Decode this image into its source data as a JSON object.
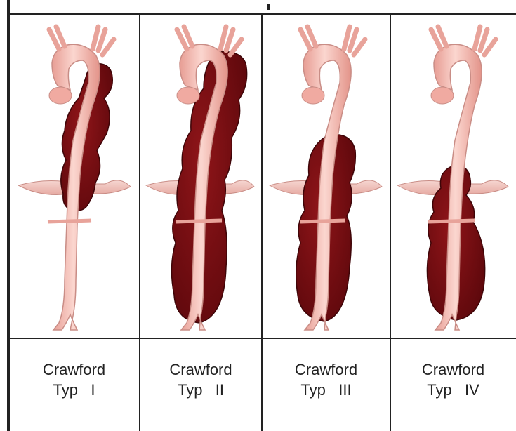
{
  "figure": {
    "colors": {
      "aorta": "#f4b7ae",
      "aorta_outline": "#c98d86",
      "aneurysm": "#7a0e12",
      "aneurysm_outline": "#3e0508",
      "diaphragm": "#f2c9c3",
      "grid": "#222222",
      "background": "#ffffff"
    },
    "panels": [
      {
        "name": "Crawford",
        "type": "Typ   I"
      },
      {
        "name": "Crawford",
        "type": "Typ   II"
      },
      {
        "name": "Crawford",
        "type": "Typ   III"
      },
      {
        "name": "Crawford",
        "type": "Typ   IV"
      }
    ]
  }
}
